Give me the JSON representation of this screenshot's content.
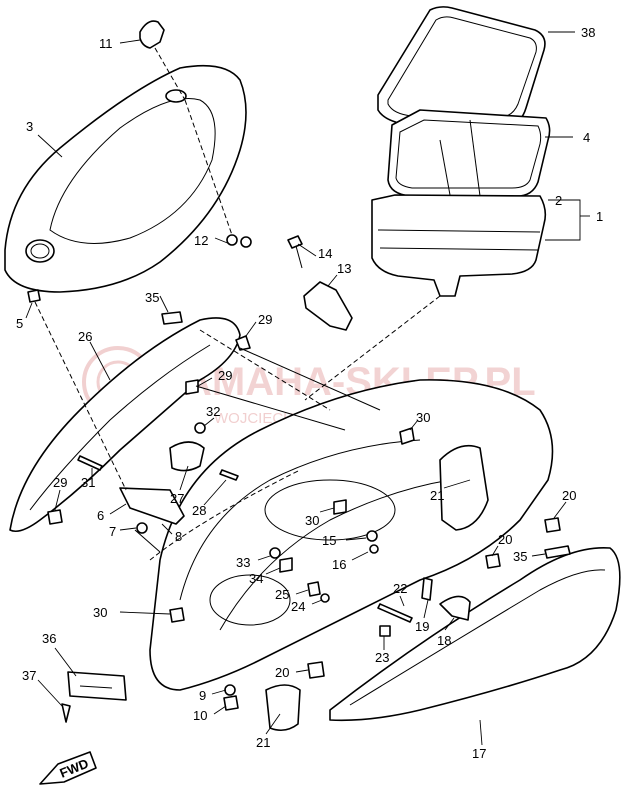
{
  "watermark": {
    "brand": "YAMAHA-SKLEP.PL",
    "subtitle": "WOJCIECHOWSKI - DEALER YAMAHA",
    "color": "#e8a0a0"
  },
  "badge": {
    "fwd": "FWD"
  },
  "callouts": {
    "c1": "1",
    "c2": "2",
    "c3": "3",
    "c4": "4",
    "c5": "5",
    "c6": "6",
    "c7": "7",
    "c8": "8",
    "c9": "9",
    "c10": "10",
    "c11": "11",
    "c12": "12",
    "c13": "13",
    "c14": "14",
    "c15": "15",
    "c16": "16",
    "c17": "17",
    "c18": "18",
    "c19": "19",
    "c20a": "20",
    "c20b": "20",
    "c20c": "20",
    "c21a": "21",
    "c21b": "21",
    "c22": "22",
    "c23": "23",
    "c24": "24",
    "c25": "25",
    "c26": "26",
    "c27": "27",
    "c28": "28",
    "c29a": "29",
    "c29b": "29",
    "c29c": "29",
    "c30a": "30",
    "c30b": "30",
    "c30c": "30",
    "c31": "31",
    "c32": "32",
    "c33": "33",
    "c34": "34",
    "c35a": "35",
    "c35b": "35",
    "c36": "36",
    "c37": "37",
    "c38": "38"
  }
}
